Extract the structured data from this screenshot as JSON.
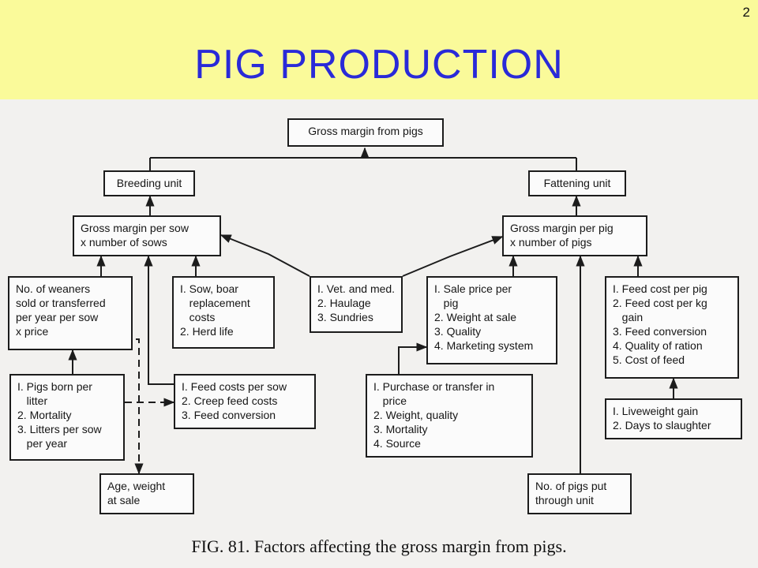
{
  "slide": {
    "number": "2",
    "title": "PIG  PRODUCTION"
  },
  "nodes": {
    "gross_margin": "Gross margin from pigs",
    "breeding_unit": "Breeding unit",
    "fattening_unit": "Fattening unit",
    "gm_per_sow": "Gross margin per sow\nx number of sows",
    "gm_per_pig": "Gross margin per pig\nx number of pigs",
    "weaners": "No. of weaners\nsold or transferred\nper year per sow\nx price",
    "sow_boar": "I. Sow, boar\n   replacement\n   costs\n2. Herd life",
    "vet": "I. Vet. and med.\n2. Haulage\n3. Sundries",
    "sale_price": "I. Sale price per\n   pig\n2. Weight at sale\n3. Quality\n4. Marketing system",
    "feed_cost": "I. Feed cost per pig\n2. Feed cost per kg\n   gain\n3. Feed conversion\n4. Quality of ration\n5. Cost of feed",
    "pigs_born": "I. Pigs born per\n   litter\n2. Mortality\n3. Litters per sow\n   per year",
    "feed_costs_sow": "I. Feed costs per sow\n2. Creep feed costs\n3. Feed conversion",
    "purchase": "I. Purchase or transfer in\n   price\n2. Weight, quality\n3. Mortality\n4. Source",
    "liveweight": "I. Liveweight gain\n2. Days to slaughter",
    "age_weight": "Age, weight\nat sale",
    "pigs_put": "No. of pigs put\nthrough unit"
  },
  "caption": "FIG. 81. Factors affecting the gross margin from pigs."
}
